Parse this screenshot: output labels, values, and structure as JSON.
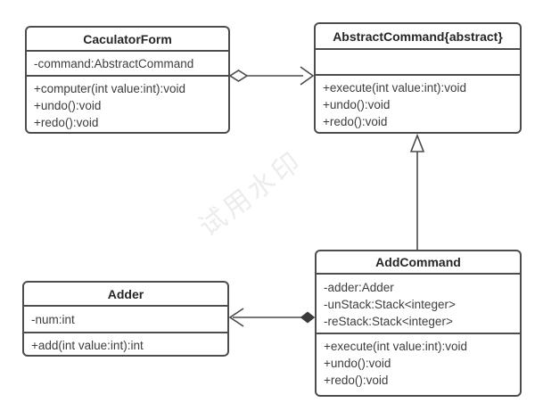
{
  "diagram": {
    "type": "uml-class-diagram",
    "watermark": "试用水印",
    "colors": {
      "background": "#ffffff",
      "box_border": "#4d4d4d",
      "connector_line": "#4a4a4a",
      "title_text": "#262626",
      "member_text": "#3d3d3d",
      "watermark_text": "#ececec"
    },
    "classes": {
      "caculator_form": {
        "name": "CaculatorForm",
        "attributes": [
          "-command:AbstractCommand"
        ],
        "methods": [
          "+computer(int value:int):void",
          "+undo():void",
          "+redo():void"
        ]
      },
      "abstract_command": {
        "name": "AbstractCommand{abstract}",
        "attributes": [],
        "methods": [
          "+execute(int value:int):void",
          "+undo():void",
          "+redo():void"
        ]
      },
      "add_command": {
        "name": "AddCommand",
        "attributes": [
          "-adder:Adder",
          "-unStack:Stack<integer>",
          "-reStack:Stack<integer>"
        ],
        "methods": [
          "+execute(int value:int):void",
          "+undo():void",
          "+redo():void"
        ]
      },
      "adder": {
        "name": "Adder",
        "attributes": [
          "-num:int"
        ],
        "methods": [
          "+add(int value:int):int"
        ]
      }
    },
    "relationships": [
      {
        "type": "aggregation",
        "from": "CaculatorForm",
        "to": "AbstractCommand{abstract}",
        "source_marker": "hollow-diamond",
        "target_marker": "open-arrowhead"
      },
      {
        "type": "inheritance",
        "from": "AddCommand",
        "to": "AbstractCommand{abstract}",
        "target_marker": "hollow-triangle"
      },
      {
        "type": "composition",
        "from": "AddCommand",
        "to": "Adder",
        "source_marker": "filled-diamond",
        "target_marker": "open-arrowhead"
      }
    ]
  }
}
